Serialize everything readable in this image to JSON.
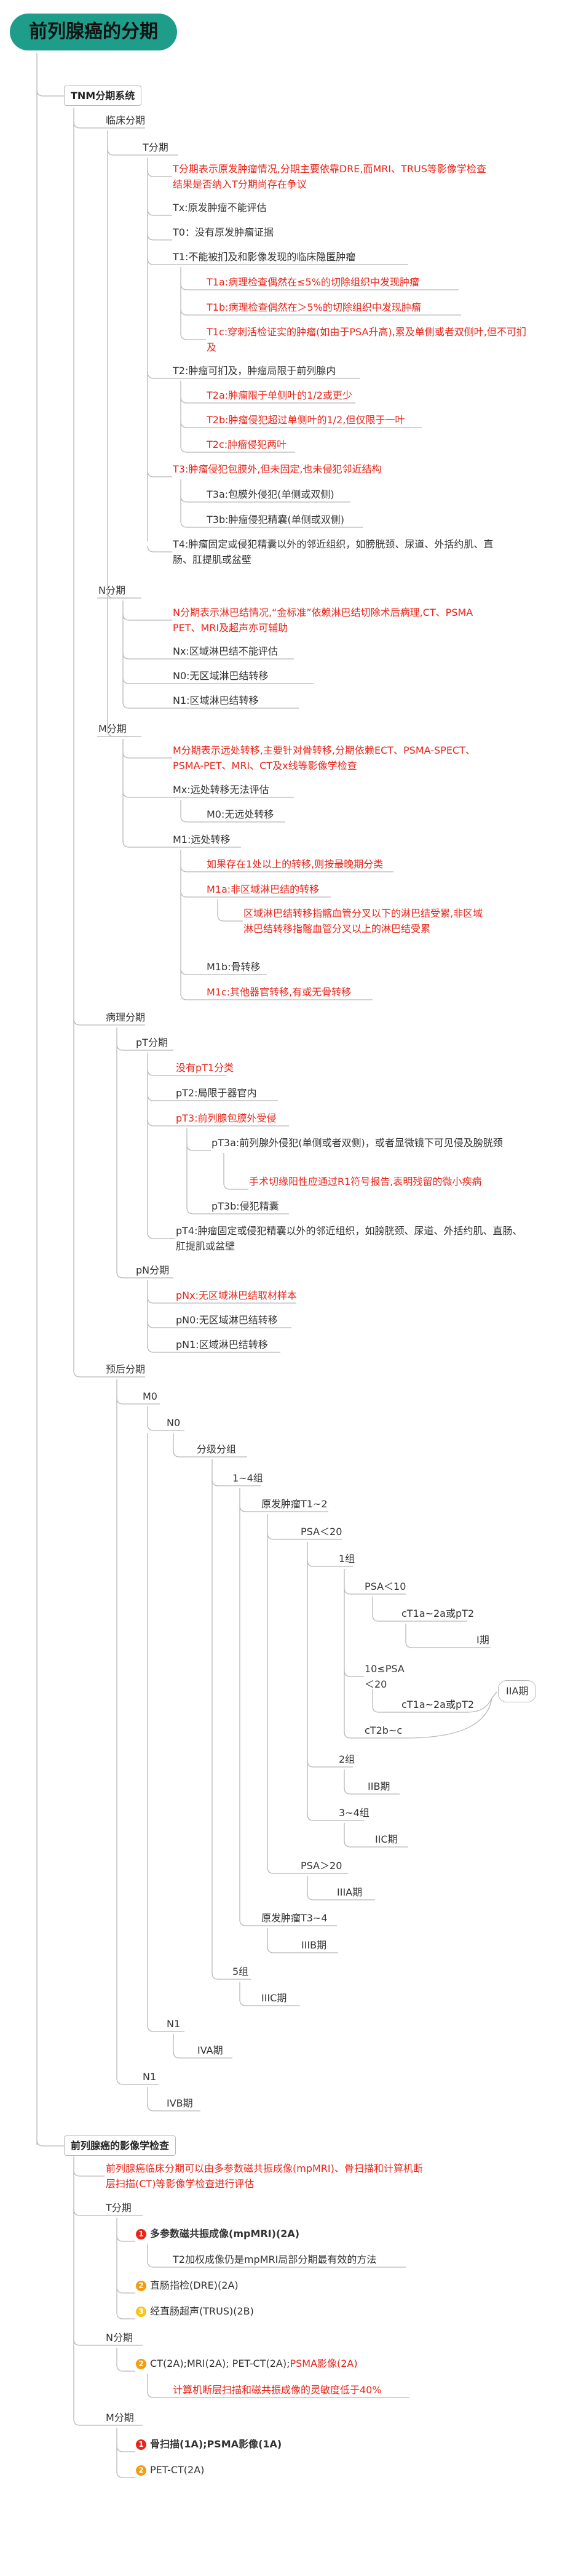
{
  "root": "前列腺癌的分期",
  "sec_tnm": "TNM分期系统",
  "sec_imaging": "前列腺癌的影像学检查",
  "clinical": "临床分期",
  "T": "T分期",
  "T_note": "T分期表示原发肿瘤情况,分期主要依靠DRE,而MRI、TRUS等影像学检查结果是否纳入T分期尚存在争议",
  "Tx": "Tx:原发肿瘤不能评估",
  "T0": "T0：没有原发肿瘤证据",
  "T1": "T1:不能被扪及和影像发现的临床隐匿肿瘤",
  "T1a": "T1a:病理检查偶然在≤5%的切除组织中发现肿瘤",
  "T1b": "T1b:病理检查偶然在＞5%的切除组织中发现肿瘤",
  "T1c": "T1c:穿刺活检证实的肿瘤(如由于PSA升高),累及单侧或者双侧叶,但不可扪及",
  "T2": "T2:肿瘤可扪及，肿瘤局限于前列腺内",
  "T2a": "T2a:肿瘤限于单侧叶的1/2或更少",
  "T2b": "T2b:肿瘤侵犯超过单侧叶的1/2,但仅限于一叶",
  "T2c": "T2c:肿瘤侵犯两叶",
  "T3": "T3:肿瘤侵犯包膜外,但未固定,也未侵犯邻近结构",
  "T3a": "T3a:包膜外侵犯(单侧或双侧)",
  "T3b": "T3b:肿瘤侵犯精囊(单侧或双侧)",
  "T4": "T4:肿瘤固定或侵犯精囊以外的邻近组织，如膀胱颈、尿道、外括约肌、直肠、肛提肌或盆壁",
  "N": "N分期",
  "N_note": "N分期表示淋巴结情况,“金标准”依赖淋巴结切除术后病理,CT、PSMA PET、MRI及超声亦可辅助",
  "Nx": "Nx:区域淋巴结不能评估",
  "N0": "N0:无区域淋巴结转移",
  "N1": "N1:区域淋巴结转移",
  "M": "M分期",
  "M_note": "M分期表示远处转移,主要针对骨转移,分期依赖ECT、PSMA-SPECT、PSMA-PET、MRI、CT及x线等影像学检查",
  "Mx": "Mx:远处转移无法评估",
  "M0": "M0:无远处转移",
  "M1": "M1:远处转移",
  "M1_note": "如果存在1处以上的转移,则按最晚期分类",
  "M1a": "M1a:非区域淋巴结的转移",
  "M1a_note": "区域淋巴结转移指髂血管分叉以下的淋巴结受累,非区域淋巴结转移指髂血管分叉以上的淋巴结受累",
  "M1b": "M1b:骨转移",
  "M1c": "M1c:其他器官转移,有或无骨转移",
  "path": "病理分期",
  "pT": "pT分期",
  "pT1": "没有pT1分类",
  "pT2": "pT2:局限于器官内",
  "pT3": "pT3:前列腺包膜外受侵",
  "pT3a": "pT3a:前列腺外侵犯(单侧或者双侧)，或者显微镜下可见侵及膀胱颈",
  "pT3a_note": "手术切缘阳性应通过R1符号报告,表明残留的微小疾病",
  "pT3b": "pT3b:侵犯精囊",
  "pT4": "pT4:肿瘤固定或侵犯精囊以外的邻近组织，如膀胱颈、尿道、外括约肌、直肠、肛提肌或盆壁",
  "pN": "pN分期",
  "pNx": "pNx:无区域淋巴结取材样本",
  "pN0": "pN0:无区域淋巴结转移",
  "pN1": "pN1:区域淋巴结转移",
  "prog": "预后分期",
  "p_M0": "M0",
  "p_N0": "N0",
  "grade": "分级分组",
  "g14": "1~4组",
  "t12": "原发肿瘤T1~2",
  "psa20": "PSA＜20",
  "g1": "1组",
  "psa10": "PSA＜10",
  "t1a2a_1": "cT1a~2a或pT2",
  "stage1": "I期",
  "psa1020": "10≤PSA＜20",
  "t1a2a_2": "cT1a~2a或pT2",
  "t2bc": "cT2b~c",
  "stage2a": "IIA期",
  "g2": "2组",
  "stage2b": "IIB期",
  "g34": "3~4组",
  "stage2c": "IIC期",
  "psage20": "PSA＞20",
  "stage3a": "IIIA期",
  "t34": "原发肿瘤T3~4",
  "stage3b": "IIIB期",
  "g5": "5组",
  "stage3c": "IIIC期",
  "p_N1": "N1",
  "stage4a": "IVA期",
  "p_M1": "N1",
  "stage4b": "IVB期",
  "img_note": "前列腺癌临床分期可以由多参数磁共振成像(mpMRI)、骨扫描和计算机断层扫描(CT)等影像学检查进行评估",
  "img_T": "T分期",
  "img_T1": "多参数磁共振成像(mpMRI)(2A)",
  "img_T1_note": "T2加权成像仍是mpMRI局部分期最有效的方法",
  "img_T2": "直肠指检(DRE)(2A)",
  "img_T3": "经直肠超声(TRUS)(2B)",
  "img_N": "N分期",
  "img_N1a": "CT(2A);MRI(2A); PET-CT(2A);",
  "img_N1b": "PSMA影像(2A)",
  "img_N1_note": "计算机断层扫描和磁共振成像的灵敏度低于40%",
  "img_M": "M分期",
  "img_M1": "骨扫描(1A);PSMA影像(1A)",
  "img_M2": "PET-CT(2A)",
  "colors": {
    "accent": "#1f9d8b",
    "red": "#e8251a",
    "line": "#b8b8b8",
    "badge_red": "#e8251a",
    "badge_orange": "#f39c12",
    "badge_yellow": "#f5c518"
  },
  "badges": {
    "one": "1",
    "two": "2",
    "three": "3"
  }
}
